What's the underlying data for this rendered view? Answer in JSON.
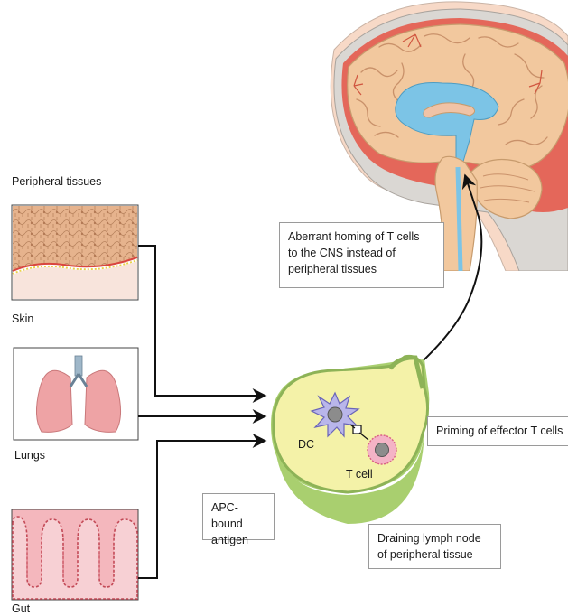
{
  "labels": {
    "peripheral_tissues": "Peripheral tissues",
    "skin": "Skin",
    "lungs": "Lungs",
    "gut": "Gut",
    "dc": "DC",
    "t_cell": "T cell"
  },
  "boxes": {
    "aberrant_homing": [
      "Aberrant homing of T cells",
      "to the CNS instead of",
      "peripheral tissues"
    ],
    "priming": "Priming of effector T cells",
    "apc_bound": [
      "APC-bound",
      "antigen"
    ],
    "draining": [
      "Draining lymph node",
      "of peripheral tissue"
    ]
  },
  "colors": {
    "brain": "#f2c89e",
    "meninges": "#e4675a",
    "ventricle": "#7cc4e6",
    "lymph_node": "#f4f2a8",
    "lymph_capsule": "#a9cf6f",
    "skin_tissue": "#e7b48f",
    "lung": "#eea3a5",
    "gut": "#f4b7bd"
  }
}
